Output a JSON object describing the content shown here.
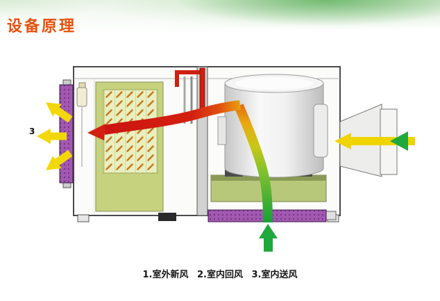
{
  "title": "设备原理",
  "diagram": {
    "label_3": "3"
  },
  "legend": {
    "item1": "1.室外新风",
    "item2": "2.室内回风",
    "item3": "3.室内送风"
  },
  "colors": {
    "title": "#e8500a",
    "red": "#d42010",
    "orange": "#e89010",
    "yellow": "#f0d400",
    "green": "#1fa83c",
    "purple": "#a258b0",
    "panel_green": "#c6d27e",
    "coil_stroke": "#c87a20",
    "base_green": "#b8c87a",
    "machine_stroke": "#4a4a4a",
    "text": "#161616"
  }
}
